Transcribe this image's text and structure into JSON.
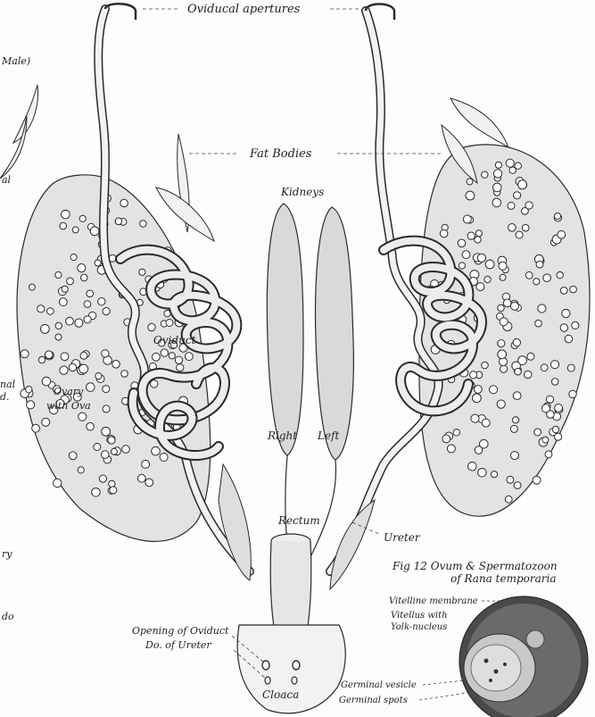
{
  "labels": {
    "oviducal_apertures": "Oviducal apertures",
    "fat_bodies": "Fat Bodies",
    "kidneys": "Kidneys",
    "oviduct": "Oviduct",
    "ovary": "Ovary",
    "ovary_ova": "with Ova",
    "right": "Right",
    "left": "Left",
    "rectum": "Rectum",
    "ureter": "Ureter",
    "opening_oviduct": "Opening of Oviduct",
    "opening_ureter": "Do. of Ureter",
    "cloaca": "Cloaca",
    "edge_male": "Male)",
    "edge_al": "al",
    "edge_nal": "nal",
    "edge_d": "d.",
    "edge_ry": "ry",
    "edge_do": "do"
  },
  "figure": {
    "title_line1": "Fig 12  Ovum & Spermatozoon",
    "title_line2": "of Rana temporaria",
    "vitelline_membrane": "Vitelline membrane",
    "vitellus_line1": "Vitellus with",
    "vitellus_line2": "Yolk-nucleus",
    "germinal_vesicle": "Germinal vesicle",
    "germinal_spots": "Germinal spots"
  },
  "colors": {
    "ink": "#2a2a2a",
    "organ_fill": "#d9d9d9",
    "oviduct_fill": "#e7e7e7",
    "egg_dark": "#4a4a4a"
  }
}
